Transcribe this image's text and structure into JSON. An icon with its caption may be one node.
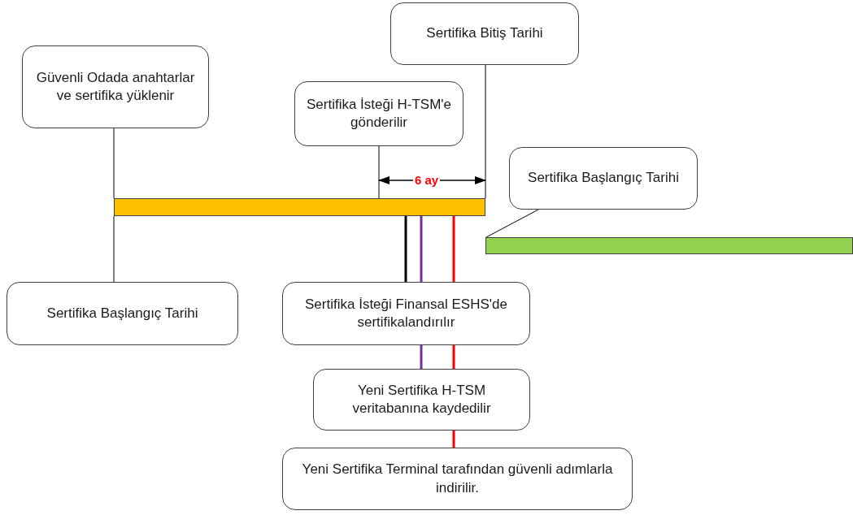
{
  "diagram": {
    "nodes": [
      {
        "text": [
          "Güvenli Odada anahtarlar ve sertifika yüklenir"
        ]
      },
      {
        "text": [
          "Sertifika Bitiş Tarihi"
        ]
      },
      {
        "text": [
          "Sertifika İsteği H-TSM'e gönderilir"
        ]
      },
      {
        "text": [
          "Sertifika Başlangıç Tarihi"
        ]
      },
      {
        "text": [],
        "shape": "bar"
      },
      {
        "text": [],
        "shape": "bar"
      },
      {
        "text": [
          "Sertifika Başlangıç Tarihi"
        ]
      },
      {
        "text": [
          "Sertifika İsteği Finansal ESHS'de sertifikalandırılır"
        ]
      },
      {
        "text": [
          "Yeni Sertifika H-TSM veritabanına kaydedilir"
        ]
      },
      {
        "text": [
          "Yeni Sertifika Terminal tarafından güvenli adımlarla indirilir."
        ]
      }
    ],
    "edges": [
      {
        "from": 0,
        "to": 4,
        "arrow": "none"
      },
      {
        "from": 1,
        "to": 4,
        "arrow": "none"
      },
      {
        "from": 2,
        "to": 4,
        "arrow": "none"
      },
      {
        "from": 3,
        "to": 5,
        "arrow": "none"
      },
      {
        "from": 6,
        "to": 4,
        "arrow": "none"
      },
      {
        "from": 4,
        "to": 7,
        "arrow": "none",
        "style": "thick"
      },
      {
        "from": 4,
        "to": 8,
        "arrow": "none",
        "style": "thick",
        "color": "#7030a0"
      },
      {
        "from": 4,
        "to": 9,
        "arrow": "none",
        "style": "thick",
        "color": "#ff0000"
      }
    ],
    "labels": [
      "6 ay"
    ]
  }
}
